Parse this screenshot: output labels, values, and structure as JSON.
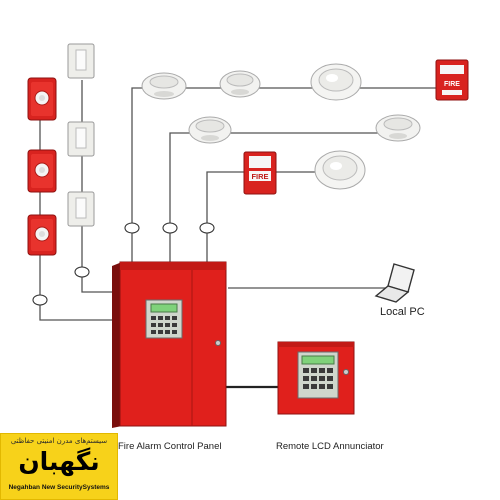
{
  "labels": {
    "control_panel": "Fire Alarm Control Panel",
    "annunciator": "Remote LCD Annunciator",
    "local_pc": "Local PC"
  },
  "pull_station_text": {
    "small": "FIRE",
    "large": "FIRE"
  },
  "logo": {
    "tagline": "سیستم‌های مدرن امنیتی حفاظتی",
    "brand": "نگهبان",
    "latin": "Negahban New SecuritySystems"
  },
  "colors": {
    "panel_red": "#e0201c",
    "panel_dark": "#9c1512",
    "lcd_green": "#7fd27a",
    "wire": "#555555",
    "logo_yellow": "#f7d21a"
  }
}
